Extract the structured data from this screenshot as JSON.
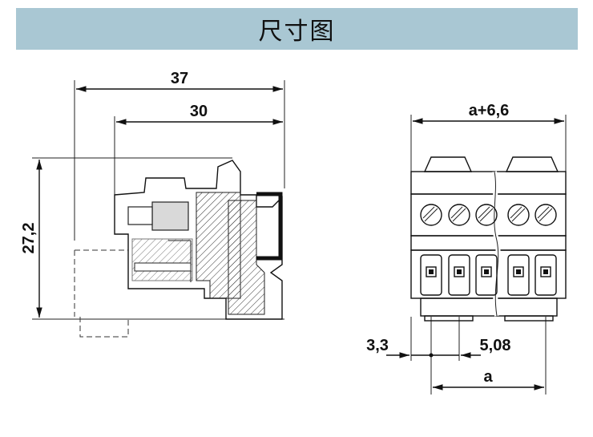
{
  "title": "尺寸图",
  "left_view": {
    "dim_overall_width": "37",
    "dim_inner_width": "30",
    "dim_height": "27,2"
  },
  "right_view": {
    "dim_total": "a+6,6",
    "dim_offset": "3,3",
    "dim_pitch": "5,08",
    "dim_a": "a"
  }
}
